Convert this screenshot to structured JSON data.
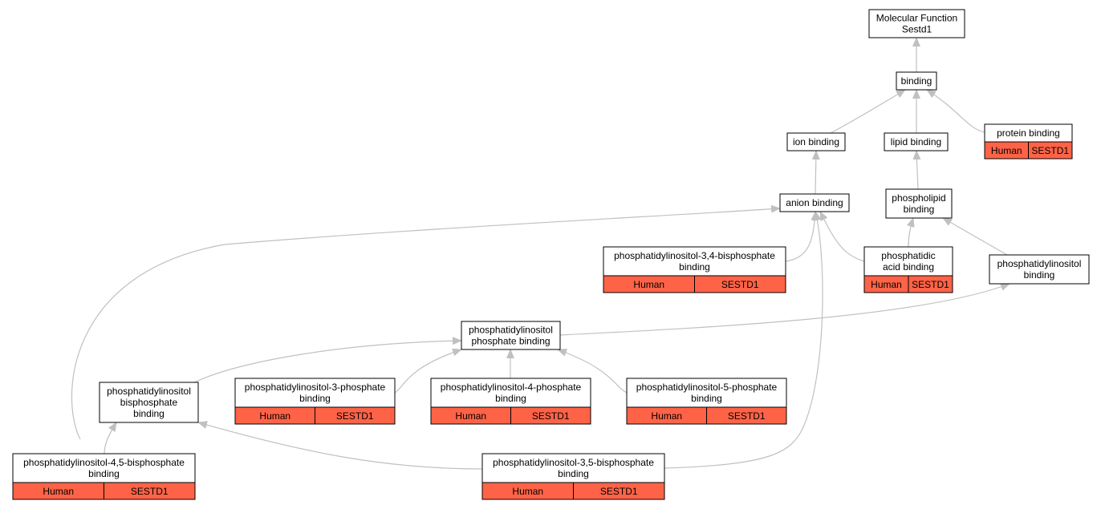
{
  "diagram": {
    "edge_color": "#c0c0c0",
    "annotation_color": "#ff6347",
    "nodes": [
      {
        "id": "molecular-function",
        "lines": [
          "Molecular Function",
          "Sestd1"
        ]
      },
      {
        "id": "binding",
        "lines": [
          "binding"
        ]
      },
      {
        "id": "ion-binding",
        "lines": [
          "ion binding"
        ]
      },
      {
        "id": "lipid-binding",
        "lines": [
          "lipid binding"
        ]
      },
      {
        "id": "protein-binding",
        "lines": [
          "protein binding"
        ],
        "cells": [
          "Human",
          "SESTD1"
        ]
      },
      {
        "id": "anion-binding",
        "lines": [
          "anion binding"
        ]
      },
      {
        "id": "phospholipid-binding",
        "lines": [
          "phospholipid",
          "binding"
        ]
      },
      {
        "id": "pi34p2-binding",
        "lines": [
          "phosphatidylinositol-3,4-bisphosphate",
          "binding"
        ],
        "cells": [
          "Human",
          "SESTD1"
        ]
      },
      {
        "id": "phosphatidic-acid-binding",
        "lines": [
          "phosphatidic",
          "acid binding"
        ],
        "cells": [
          "Human",
          "SESTD1"
        ]
      },
      {
        "id": "phosphatidylinositol-binding",
        "lines": [
          "phosphatidylinositol",
          "binding"
        ]
      },
      {
        "id": "pi-phosphate-binding",
        "lines": [
          "phosphatidylinositol",
          "phosphate binding"
        ]
      },
      {
        "id": "pi-bisphosphate-binding",
        "lines": [
          "phosphatidylinositol",
          "bisphosphate",
          "binding"
        ]
      },
      {
        "id": "pi3p-binding",
        "lines": [
          "phosphatidylinositol-3-phosphate",
          "binding"
        ],
        "cells": [
          "Human",
          "SESTD1"
        ]
      },
      {
        "id": "pi4p-binding",
        "lines": [
          "phosphatidylinositol-4-phosphate",
          "binding"
        ],
        "cells": [
          "Human",
          "SESTD1"
        ]
      },
      {
        "id": "pi5p-binding",
        "lines": [
          "phosphatidylinositol-5-phosphate",
          "binding"
        ],
        "cells": [
          "Human",
          "SESTD1"
        ]
      },
      {
        "id": "pi45p2-binding",
        "lines": [
          "phosphatidylinositol-4,5-bisphosphate",
          "binding"
        ],
        "cells": [
          "Human",
          "SESTD1"
        ]
      },
      {
        "id": "pi35p2-binding",
        "lines": [
          "phosphatidylinositol-3,5-bisphosphate",
          "binding"
        ],
        "cells": [
          "Human",
          "SESTD1"
        ]
      }
    ],
    "edges": [
      {
        "from": "binding",
        "to": "molecular-function"
      },
      {
        "from": "ion-binding",
        "to": "binding"
      },
      {
        "from": "lipid-binding",
        "to": "binding"
      },
      {
        "from": "protein-binding",
        "to": "binding"
      },
      {
        "from": "anion-binding",
        "to": "ion-binding"
      },
      {
        "from": "phospholipid-binding",
        "to": "lipid-binding"
      },
      {
        "from": "pi34p2-binding",
        "to": "anion-binding"
      },
      {
        "from": "phosphatidic-acid-binding",
        "to": "anion-binding"
      },
      {
        "from": "phosphatidic-acid-binding",
        "to": "phospholipid-binding"
      },
      {
        "from": "phosphatidylinositol-binding",
        "to": "phospholipid-binding"
      },
      {
        "from": "pi-phosphate-binding",
        "to": "phosphatidylinositol-binding"
      },
      {
        "from": "pi-bisphosphate-binding",
        "to": "pi-phosphate-binding"
      },
      {
        "from": "pi3p-binding",
        "to": "pi-phosphate-binding"
      },
      {
        "from": "pi4p-binding",
        "to": "pi-phosphate-binding"
      },
      {
        "from": "pi5p-binding",
        "to": "pi-phosphate-binding"
      },
      {
        "from": "pi45p2-binding",
        "to": "pi-bisphosphate-binding"
      },
      {
        "from": "pi45p2-binding",
        "to": "anion-binding"
      },
      {
        "from": "pi35p2-binding",
        "to": "pi-bisphosphate-binding"
      },
      {
        "from": "pi35p2-binding",
        "to": "anion-binding"
      }
    ]
  }
}
